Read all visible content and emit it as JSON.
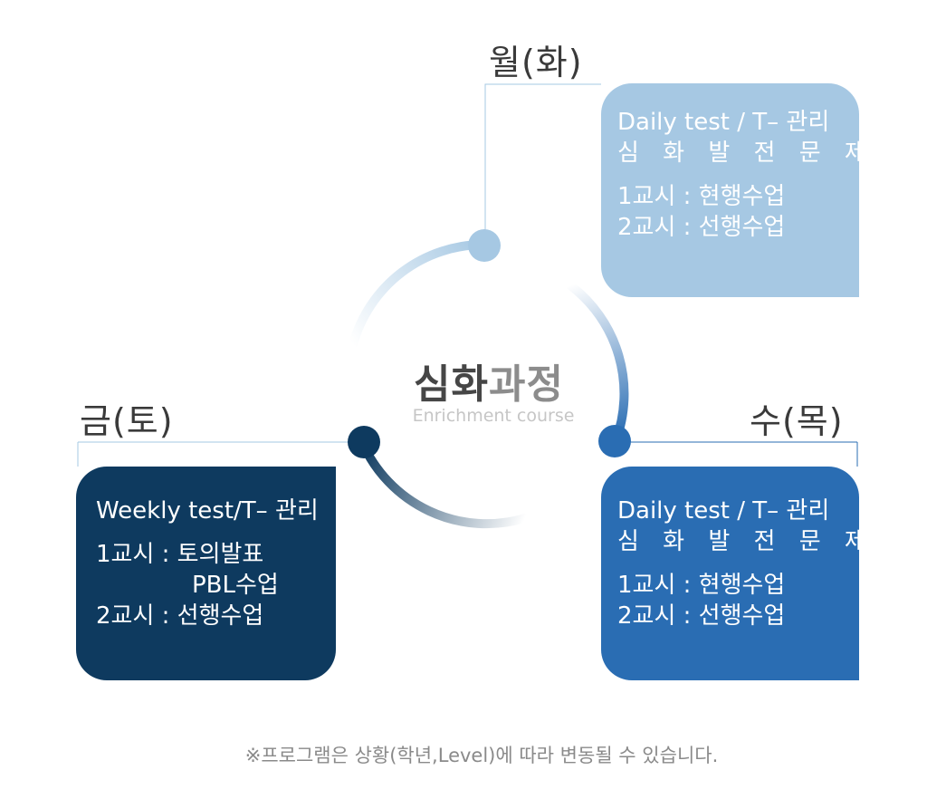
{
  "center": {
    "title_part1": "심화",
    "title_part2": "과정",
    "subtitle": "Enrichment course"
  },
  "days": {
    "mon": {
      "label": "월(화)",
      "color": "#a6c8e3",
      "line1": "Daily test / T– 관리",
      "line2": "심 화 발 전 문 제",
      "line3": "1교시 : 현행수업",
      "line4": "2교시 : 선행수업"
    },
    "wed": {
      "label": "수(목)",
      "color": "#2a6db3",
      "line1": "Daily test / T– 관리",
      "line2": "심 화 발 전 문 제",
      "line3": "1교시 : 현행수업",
      "line4": "2교시 : 선행수업"
    },
    "fri": {
      "label": "금(토)",
      "color": "#0e3a5f",
      "line1": "Weekly test/T– 관리",
      "line2": "1교시 : 토의발표",
      "line3": "PBL수업",
      "line4": "2교시 : 선행수업"
    }
  },
  "footnote": "※프로그램은 상황(학년,Level)에 따라 변동될 수 있습니다."
}
